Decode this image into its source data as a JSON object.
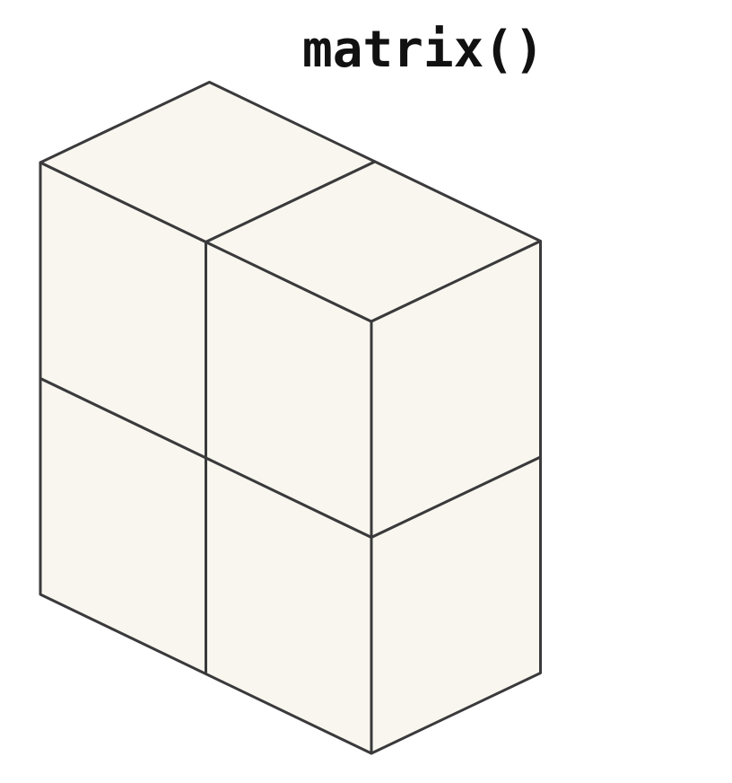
{
  "title": "matrix()",
  "diagram": {
    "description_free": true,
    "grid": {
      "rows": 2,
      "cols": 2,
      "depth": 1
    },
    "colors": {
      "face_fill": "#f8f6ee",
      "edge_stroke": "#3a3a3c",
      "title_text": "#111111"
    }
  }
}
